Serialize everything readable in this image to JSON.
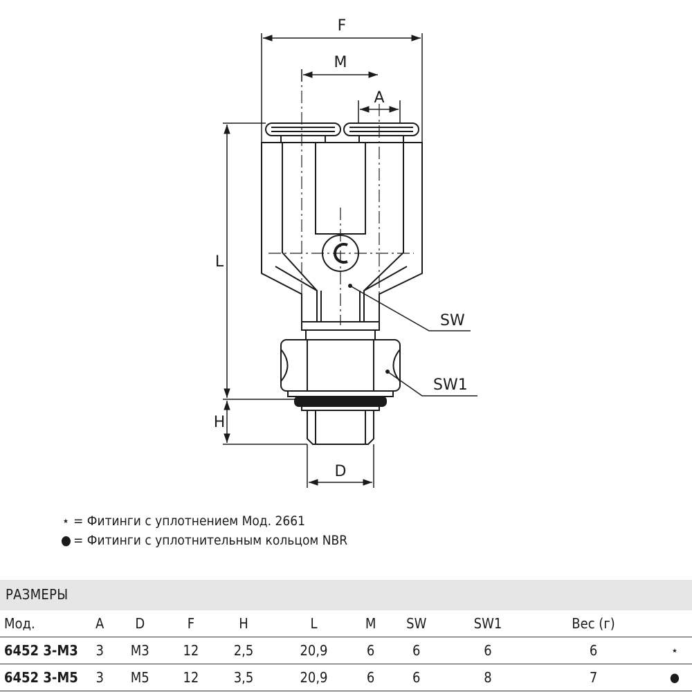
{
  "drawing": {
    "dimension_labels": {
      "F": "F",
      "M": "M",
      "A": "A",
      "L": "L",
      "H": "H",
      "D": "D",
      "SW": "SW",
      "SW1": "SW1"
    }
  },
  "legend": [
    {
      "symbol": "⋆",
      "text": "= Фитинги с уплотнением Мод. 2661"
    },
    {
      "symbol": "●",
      "text": "= Фитинги с уплотнительным кольцом NBR"
    }
  ],
  "table": {
    "title": "РАЗМЕРЫ",
    "columns": [
      "Мод.",
      "A",
      "D",
      "F",
      "H",
      "L",
      "M",
      "SW",
      "SW1",
      "Вес (г)",
      ""
    ],
    "rows": [
      [
        "6452 3-M3",
        "3",
        "M3",
        "12",
        "2,5",
        "20,9",
        "6",
        "6",
        "6",
        "6",
        "⋆"
      ],
      [
        "6452 3-M5",
        "3",
        "M5",
        "12",
        "3,5",
        "20,9",
        "6",
        "6",
        "8",
        "7",
        "●"
      ]
    ]
  }
}
